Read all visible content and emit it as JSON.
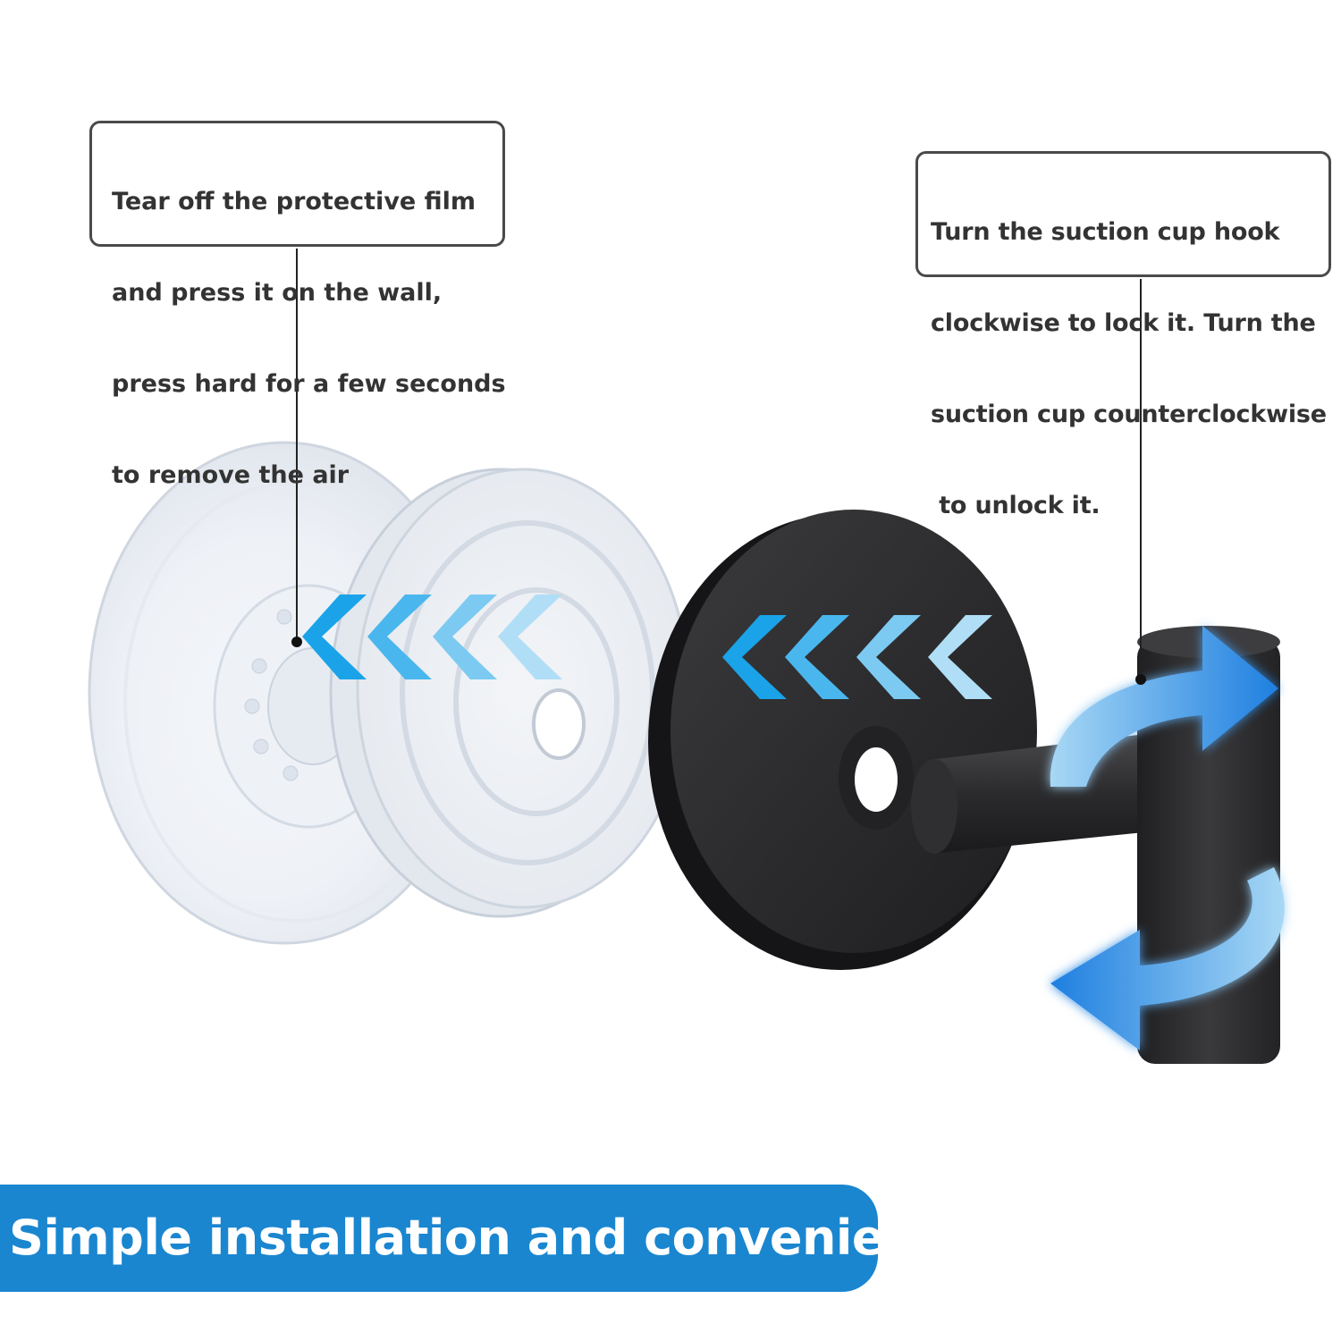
{
  "callouts": {
    "left": {
      "lines": [
        "Tear off the protective film",
        "and press it on the wall,",
        "press hard for a few seconds",
        "to remove the air"
      ]
    },
    "right": {
      "lines": [
        "Turn the suction cup hook",
        "clockwise to lock it. Turn the",
        "suction cup counterclockwise",
        " to unlock it."
      ]
    }
  },
  "banner": {
    "text": "Simple installation and convenient use"
  },
  "colors": {
    "banner": "#1a86d0",
    "chevron_blue": "#1aa3e8",
    "rotate_arrow": "#2a8be0",
    "hook_body": "#2a2a2c",
    "callout_border": "#4a4a4a"
  },
  "icons": {
    "direction": "chevron-left-icon",
    "rotation": "rotate-arrow-icon"
  }
}
